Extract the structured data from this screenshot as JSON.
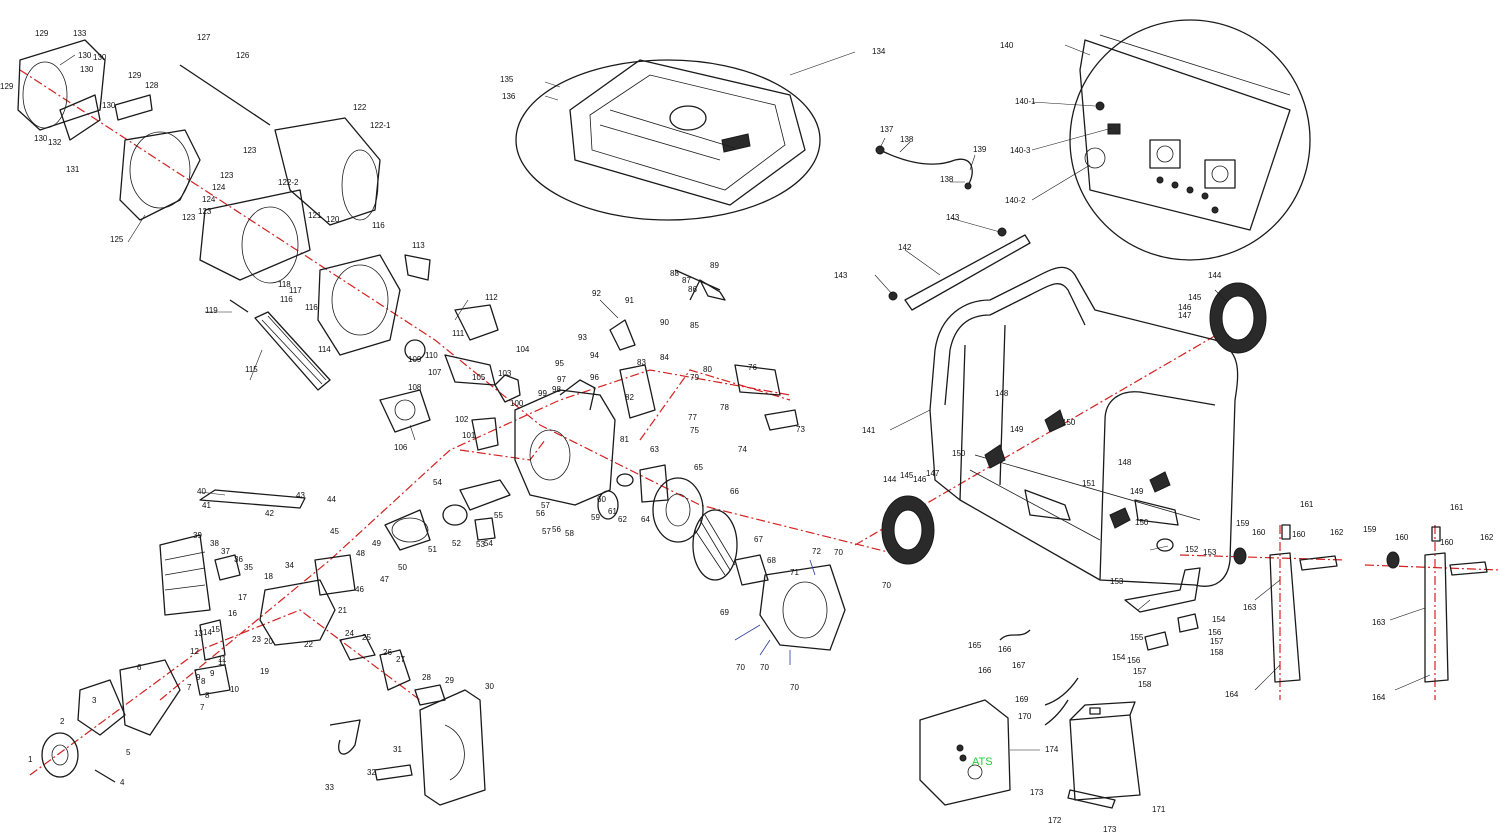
{
  "labels": [
    {
      "text": "129"
    },
    {
      "text": "133"
    },
    {
      "text": "130"
    },
    {
      "text": "130"
    },
    {
      "text": "130"
    },
    {
      "text": "129"
    },
    {
      "text": "130"
    },
    {
      "text": "132"
    },
    {
      "text": "130"
    },
    {
      "text": "131"
    },
    {
      "text": "129"
    },
    {
      "text": "128"
    },
    {
      "text": "127"
    },
    {
      "text": "126"
    },
    {
      "text": "122"
    },
    {
      "text": "122-1"
    },
    {
      "text": "123"
    },
    {
      "text": "123"
    },
    {
      "text": "124"
    },
    {
      "text": "124"
    },
    {
      "text": "123"
    },
    {
      "text": "123"
    },
    {
      "text": "125"
    },
    {
      "text": "122-2"
    },
    {
      "text": "121"
    },
    {
      "text": "120"
    },
    {
      "text": "116"
    },
    {
      "text": "113"
    },
    {
      "text": "118"
    },
    {
      "text": "117"
    },
    {
      "text": "116"
    },
    {
      "text": "116"
    },
    {
      "text": "119"
    },
    {
      "text": "114"
    },
    {
      "text": "115"
    },
    {
      "text": "112"
    },
    {
      "text": "111"
    },
    {
      "text": "110"
    },
    {
      "text": "109"
    },
    {
      "text": "107"
    },
    {
      "text": "108"
    },
    {
      "text": "106"
    },
    {
      "text": "105"
    },
    {
      "text": "104"
    },
    {
      "text": "103"
    },
    {
      "text": "100"
    },
    {
      "text": "102"
    },
    {
      "text": "101"
    },
    {
      "text": "99"
    },
    {
      "text": "98"
    },
    {
      "text": "97"
    },
    {
      "text": "96"
    },
    {
      "text": "95"
    },
    {
      "text": "94"
    },
    {
      "text": "93"
    },
    {
      "text": "92"
    },
    {
      "text": "91"
    },
    {
      "text": "90"
    },
    {
      "text": "89"
    },
    {
      "text": "88"
    },
    {
      "text": "87"
    },
    {
      "text": "86"
    },
    {
      "text": "85"
    },
    {
      "text": "84"
    },
    {
      "text": "83"
    },
    {
      "text": "82"
    },
    {
      "text": "81"
    },
    {
      "text": "80"
    },
    {
      "text": "79"
    },
    {
      "text": "78"
    },
    {
      "text": "77"
    },
    {
      "text": "76"
    },
    {
      "text": "75"
    },
    {
      "text": "74"
    },
    {
      "text": "73"
    },
    {
      "text": "135"
    },
    {
      "text": "136"
    },
    {
      "text": "134"
    },
    {
      "text": "137"
    },
    {
      "text": "138"
    },
    {
      "text": "138"
    },
    {
      "text": "139"
    },
    {
      "text": "140"
    },
    {
      "text": "140-1"
    },
    {
      "text": "140-3"
    },
    {
      "text": "140-2"
    },
    {
      "text": "143"
    },
    {
      "text": "142"
    },
    {
      "text": "143"
    },
    {
      "text": "144"
    },
    {
      "text": "145"
    },
    {
      "text": "146"
    },
    {
      "text": "147"
    },
    {
      "text": "141"
    },
    {
      "text": "148"
    },
    {
      "text": "149"
    },
    {
      "text": "150"
    },
    {
      "text": "150"
    },
    {
      "text": "148"
    },
    {
      "text": "149"
    },
    {
      "text": "150"
    },
    {
      "text": "151"
    },
    {
      "text": "152"
    },
    {
      "text": "144"
    },
    {
      "text": "145"
    },
    {
      "text": "146"
    },
    {
      "text": "147"
    },
    {
      "text": "153"
    },
    {
      "text": "153"
    },
    {
      "text": "154"
    },
    {
      "text": "155"
    },
    {
      "text": "156"
    },
    {
      "text": "157"
    },
    {
      "text": "158"
    },
    {
      "text": "154"
    },
    {
      "text": "156"
    },
    {
      "text": "157"
    },
    {
      "text": "158"
    },
    {
      "text": "159"
    },
    {
      "text": "160"
    },
    {
      "text": "160"
    },
    {
      "text": "161"
    },
    {
      "text": "162"
    },
    {
      "text": "163"
    },
    {
      "text": "164"
    },
    {
      "text": "159"
    },
    {
      "text": "160"
    },
    {
      "text": "160"
    },
    {
      "text": "161"
    },
    {
      "text": "162"
    },
    {
      "text": "163"
    },
    {
      "text": "164"
    },
    {
      "text": "165"
    },
    {
      "text": "166"
    },
    {
      "text": "166"
    },
    {
      "text": "167"
    },
    {
      "text": "169"
    },
    {
      "text": "170"
    },
    {
      "text": "174"
    },
    {
      "text": "173"
    },
    {
      "text": "172"
    },
    {
      "text": "173"
    },
    {
      "text": "171"
    },
    {
      "text": "40"
    },
    {
      "text": "41"
    },
    {
      "text": "42"
    },
    {
      "text": "43"
    },
    {
      "text": "44"
    },
    {
      "text": "39"
    },
    {
      "text": "38"
    },
    {
      "text": "37"
    },
    {
      "text": "36"
    },
    {
      "text": "35"
    },
    {
      "text": "34"
    },
    {
      "text": "45"
    },
    {
      "text": "49"
    },
    {
      "text": "48"
    },
    {
      "text": "46"
    },
    {
      "text": "47"
    },
    {
      "text": "50"
    },
    {
      "text": "51"
    },
    {
      "text": "52"
    },
    {
      "text": "53"
    },
    {
      "text": "54"
    },
    {
      "text": "54"
    },
    {
      "text": "55"
    },
    {
      "text": "57"
    },
    {
      "text": "56"
    },
    {
      "text": "58"
    },
    {
      "text": "59"
    },
    {
      "text": "60"
    },
    {
      "text": "61"
    },
    {
      "text": "62"
    },
    {
      "text": "63"
    },
    {
      "text": "64"
    },
    {
      "text": "65"
    },
    {
      "text": "66"
    },
    {
      "text": "67"
    },
    {
      "text": "68"
    },
    {
      "text": "69"
    },
    {
      "text": "70"
    },
    {
      "text": "70"
    },
    {
      "text": "70"
    },
    {
      "text": "70"
    },
    {
      "text": "70"
    },
    {
      "text": "71"
    },
    {
      "text": "72"
    },
    {
      "text": "57"
    },
    {
      "text": "56"
    },
    {
      "text": "18"
    },
    {
      "text": "17"
    },
    {
      "text": "16"
    },
    {
      "text": "15"
    },
    {
      "text": "14"
    },
    {
      "text": "13"
    },
    {
      "text": "12"
    },
    {
      "text": "20"
    },
    {
      "text": "19"
    },
    {
      "text": "21"
    },
    {
      "text": "22"
    },
    {
      "text": "23"
    },
    {
      "text": "24"
    },
    {
      "text": "25"
    },
    {
      "text": "26"
    },
    {
      "text": "27"
    },
    {
      "text": "28"
    },
    {
      "text": "29"
    },
    {
      "text": "30"
    },
    {
      "text": "31"
    },
    {
      "text": "32"
    },
    {
      "text": "33"
    },
    {
      "text": "11"
    },
    {
      "text": "10"
    },
    {
      "text": "9"
    },
    {
      "text": "8"
    },
    {
      "text": "7"
    },
    {
      "text": "6"
    },
    {
      "text": "5"
    },
    {
      "text": "4"
    },
    {
      "text": "3"
    },
    {
      "text": "2"
    },
    {
      "text": "1"
    },
    {
      "text": "7"
    },
    {
      "text": "8"
    },
    {
      "text": "9"
    },
    {
      "text": "11"
    }
  ],
  "ats_label": "ATS",
  "colors": {
    "axis": "#d42020",
    "lines": "#1a1a1a",
    "fasteners": "#2b3d9b",
    "ats": "#22cc33"
  }
}
